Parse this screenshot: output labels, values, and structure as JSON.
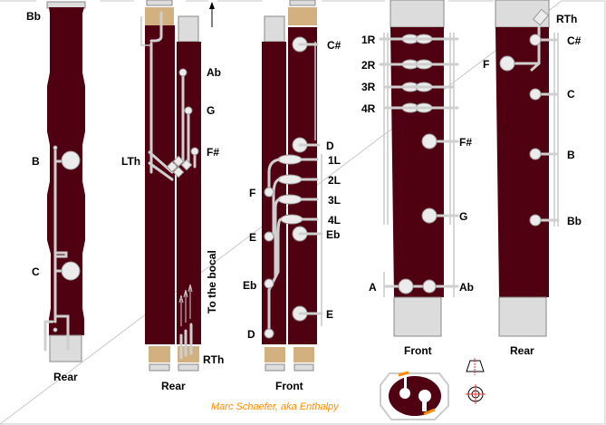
{
  "bell": {
    "labels": {
      "bb": "Bb",
      "b": "B",
      "c": "C"
    },
    "view": "Rear"
  },
  "long_joint": {
    "labels": {
      "ab": "Ab",
      "g": "G",
      "fs": "F#",
      "lth": "LTh",
      "rth": "RTh",
      "bocal": "To the bocal"
    },
    "view": "Rear"
  },
  "wing_joint": {
    "labels": {
      "cs": "C#",
      "d": "D",
      "l1": "1L",
      "l2": "2L",
      "l3": "3L",
      "l4": "4L",
      "eb": "Eb",
      "f": "F",
      "e": "E",
      "eb2": "Eb",
      "d2": "D",
      "e2": "E"
    },
    "view": "Front"
  },
  "boot_front": {
    "labels": {
      "r1": "1R",
      "r2": "2R",
      "r3": "3R",
      "r4": "4R",
      "fs": "F#",
      "g": "G",
      "a": "A",
      "ab": "Ab"
    },
    "view": "Front"
  },
  "boot_rear": {
    "labels": {
      "rth": "RTh",
      "cs": "C#",
      "f": "F",
      "c": "C",
      "b": "B",
      "bb": "Bb"
    },
    "view": "Rear"
  },
  "credit": "Marc Schaefer, aka Enthalpy",
  "colors": {
    "wood": "#4f0011",
    "tenon": "#d2b07f",
    "metal": "#dcdcdc",
    "credit": "#ff8c00"
  }
}
